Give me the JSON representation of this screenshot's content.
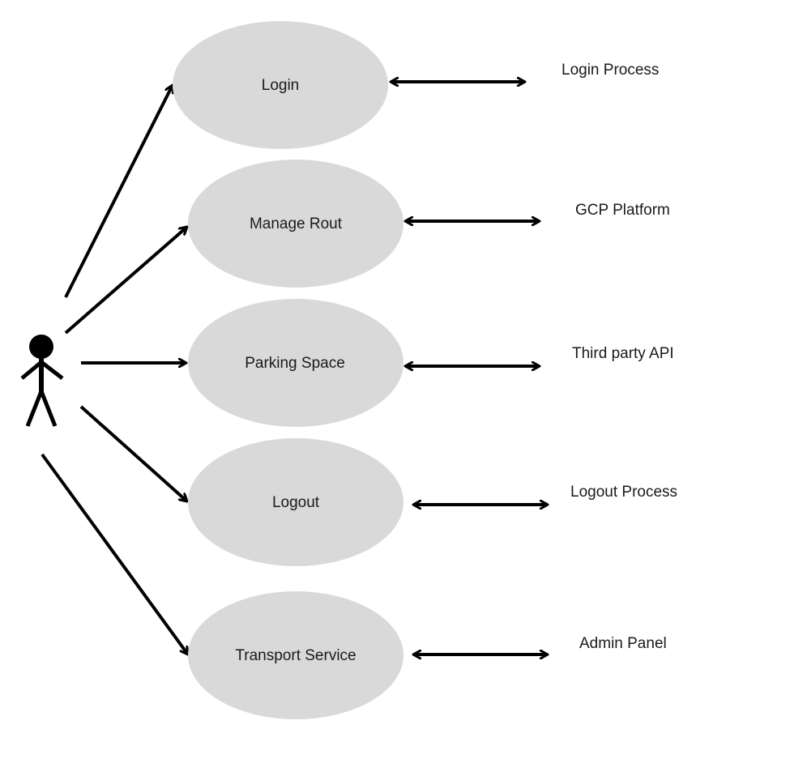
{
  "use_cases": [
    {
      "label": "Login"
    },
    {
      "label": "Manage Rout"
    },
    {
      "label": "Parking Space"
    },
    {
      "label": "Logout"
    },
    {
      "label": "Transport Service"
    }
  ],
  "systems": [
    {
      "label": "Login Process"
    },
    {
      "label": "GCP Platform"
    },
    {
      "label": "Third party API"
    },
    {
      "label": "Logout Process"
    },
    {
      "label": "Admin Panel"
    }
  ],
  "colors": {
    "ellipse_fill": "#d9d9d9",
    "line": "#000000",
    "text": "#1a1a1a"
  }
}
